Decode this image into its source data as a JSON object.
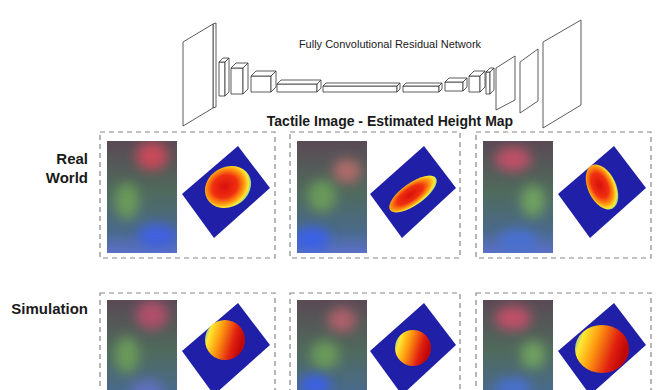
{
  "diagram": {
    "labels": [
      "Fully Convolutional Residual Network",
      "Tactile Image - Estimated Height Map",
      "Real World",
      "Simulation"
    ]
  }
}
